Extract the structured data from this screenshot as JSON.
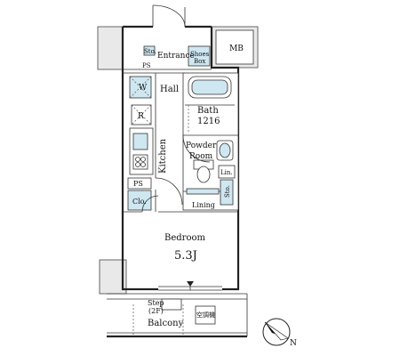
{
  "rooms": {
    "entrance": "Entrance",
    "shoes_box_line1": "Shoes",
    "shoes_box_line2": "Box",
    "mb": "MB",
    "sto_top": "Sto.",
    "ps_top": "PS",
    "hall": "Hall",
    "wash": "W",
    "refrigerator": "R",
    "kitchen": "Kitchen",
    "ps_bottom": "PS",
    "closet": "Clo.",
    "bath_line1": "Bath",
    "bath_line2": "1216",
    "powder_line1": "Powder",
    "powder_line2": "Room",
    "linen_cab": "Lin.",
    "sto_right": "Sto.",
    "lining": "Lining",
    "bedroom": "Bedroom",
    "bedroom_size": "5.3J",
    "step_line1": "Step",
    "step_line2": "(2F)",
    "balcony": "Balcony",
    "ac_unit": "空調機"
  },
  "compass": {
    "label": "N",
    "icon": "compass-icon"
  },
  "colors": {
    "fixture_fill": "#cfe7f1",
    "hatch_fill": "#e9e9e9",
    "wall": "#222222"
  }
}
